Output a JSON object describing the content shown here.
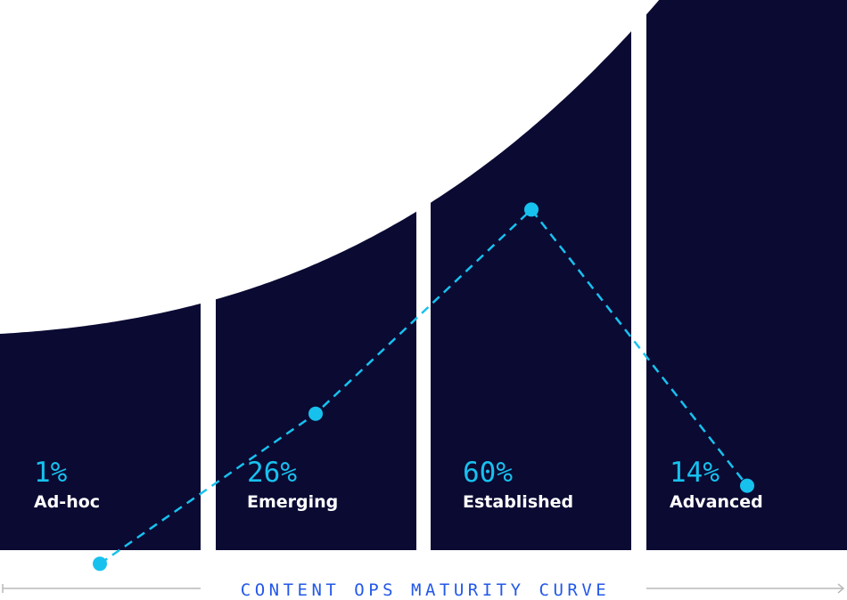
{
  "colors": {
    "curve_fill": "#0b0a33",
    "accent": "#17c1ee",
    "stage_text": "#ffffff",
    "caption": "#2358e8",
    "axis": "#b9b9b9"
  },
  "chart_data": {
    "type": "line",
    "categories": [
      "Ad-hoc",
      "Emerging",
      "Established",
      "Advanced"
    ],
    "values": [
      1,
      26,
      60,
      14
    ],
    "value_labels": [
      "1%",
      "26%",
      "60%",
      "14%"
    ],
    "ylim": [
      0,
      70
    ],
    "grid": false,
    "legend": "none",
    "xlabel": "CONTENT OPS MATURITY CURVE"
  }
}
